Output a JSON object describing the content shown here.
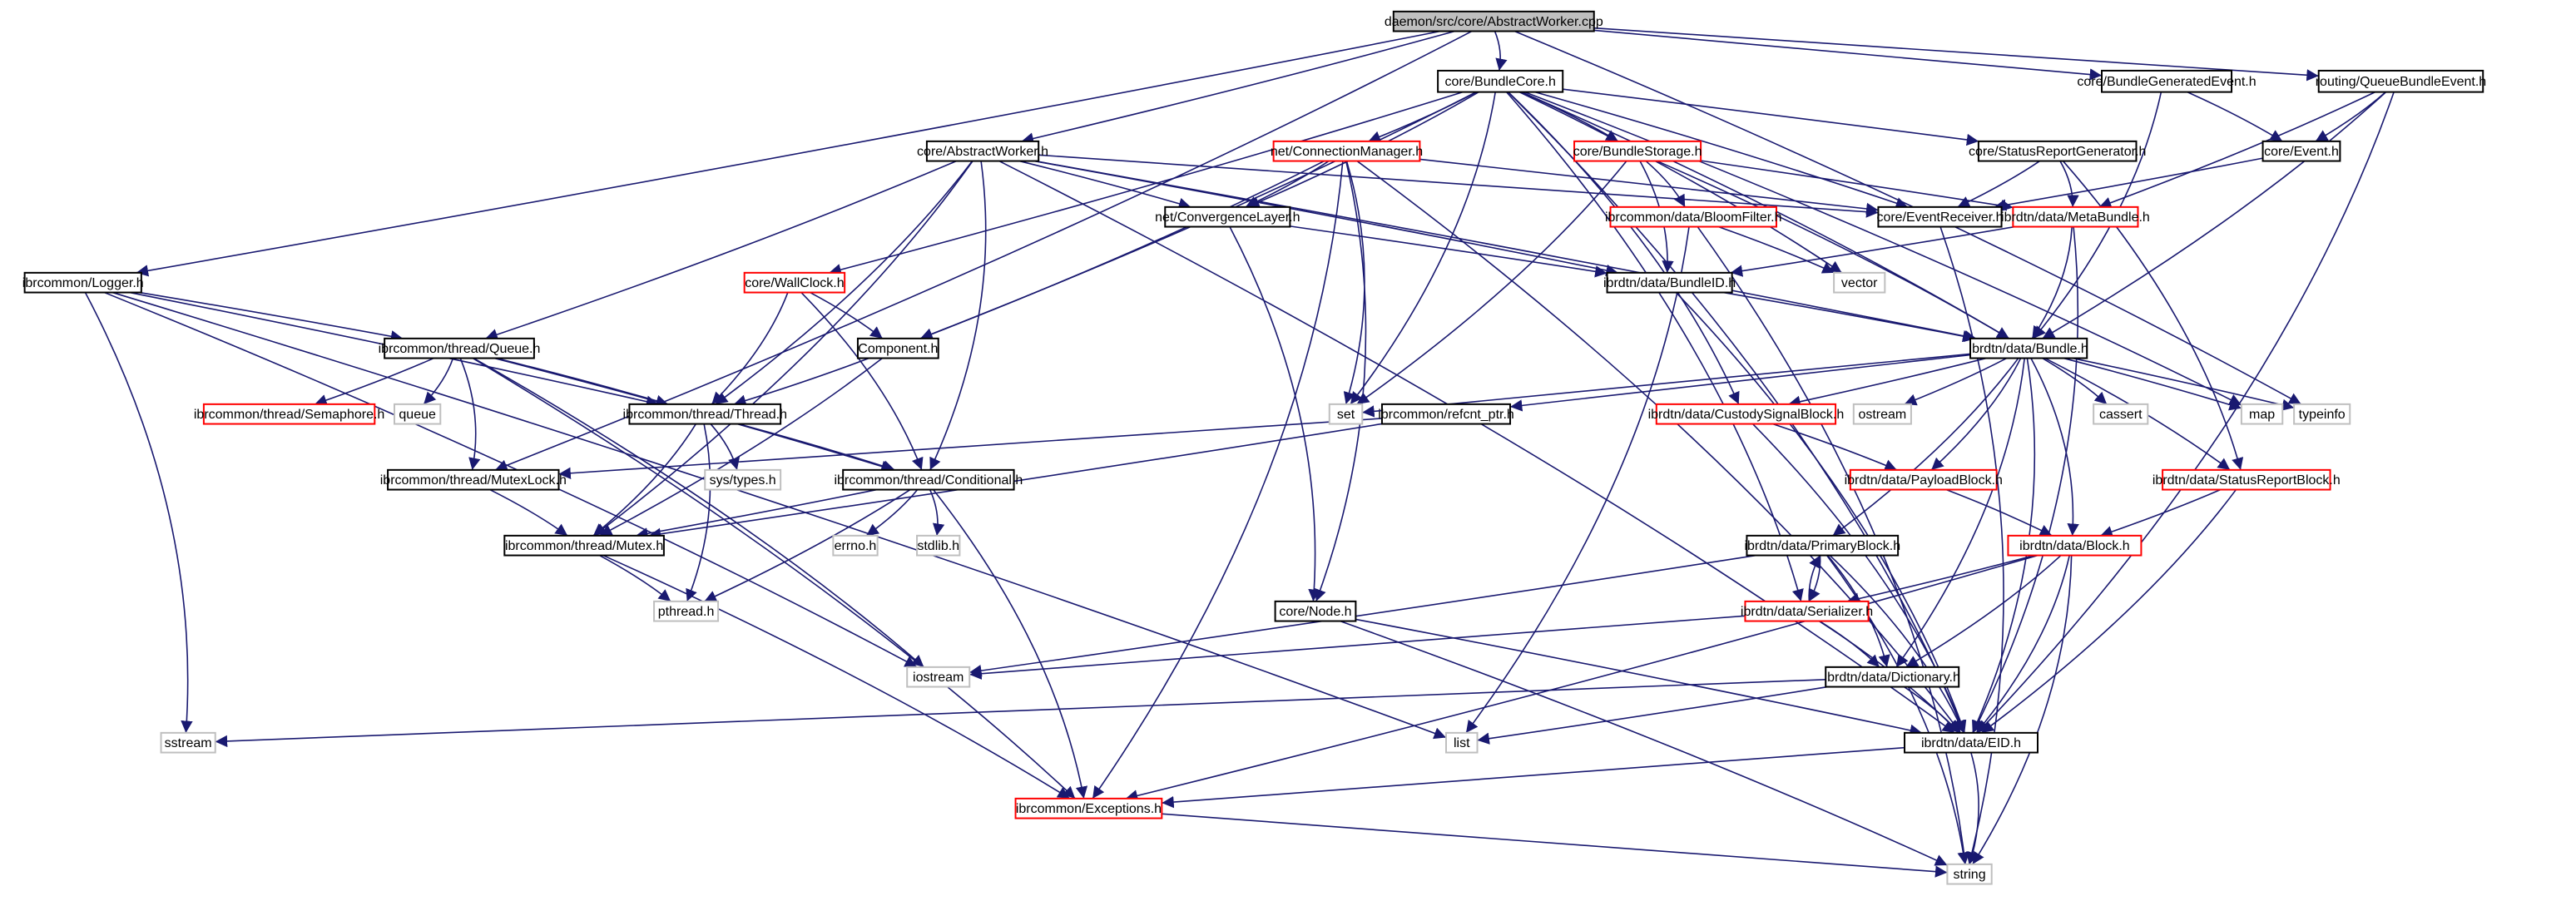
{
  "title": "daemon/src/core/AbstractWorker.cpp include dependency graph",
  "colors": {
    "edge": "#191970",
    "root_fill": "#bfbfbf",
    "normal_border": "#000000",
    "linked_red_border": "#ff0000",
    "system_border": "#bfbfbf"
  },
  "nodes": [
    {
      "id": "root",
      "label": "daemon/src/core/AbstractWorker.cpp",
      "kind": "root"
    },
    {
      "id": "bundlecore",
      "label": "core/BundleCore.h",
      "kind": "normal"
    },
    {
      "id": "bundlegenerated",
      "label": "core/BundleGeneratedEvent.h",
      "kind": "normal"
    },
    {
      "id": "queuebundle",
      "label": "routing/QueueBundleEvent.h",
      "kind": "normal"
    },
    {
      "id": "abstractworker",
      "label": "core/AbstractWorker.h",
      "kind": "normal"
    },
    {
      "id": "connmgr",
      "label": "net/ConnectionManager.h",
      "kind": "red"
    },
    {
      "id": "bundlestorage",
      "label": "core/BundleStorage.h",
      "kind": "red"
    },
    {
      "id": "statusreportgen",
      "label": "core/StatusReportGenerator.h",
      "kind": "normal"
    },
    {
      "id": "event",
      "label": "core/Event.h",
      "kind": "normal"
    },
    {
      "id": "logger",
      "label": "ibrcommon/Logger.h",
      "kind": "normal"
    },
    {
      "id": "wallclock",
      "label": "core/WallClock.h",
      "kind": "red"
    },
    {
      "id": "bloomfilter",
      "label": "ibrcommon/data/BloomFilter.h",
      "kind": "red"
    },
    {
      "id": "eventreceiver",
      "label": "core/EventReceiver.h",
      "kind": "normal"
    },
    {
      "id": "metabundle",
      "label": "ibrdtn/data/MetaBundle.h",
      "kind": "red"
    },
    {
      "id": "convergence",
      "label": "net/ConvergenceLayer.h",
      "kind": "normal"
    },
    {
      "id": "bundleid",
      "label": "ibrdtn/data/BundleID.h",
      "kind": "normal"
    },
    {
      "id": "vector",
      "label": "vector",
      "kind": "system"
    },
    {
      "id": "queueh",
      "label": "ibrcommon/thread/Queue.h",
      "kind": "normal"
    },
    {
      "id": "component",
      "label": "Component.h",
      "kind": "normal"
    },
    {
      "id": "bundle",
      "label": "ibrdtn/data/Bundle.h",
      "kind": "normal"
    },
    {
      "id": "semaphore",
      "label": "ibrcommon/thread/Semaphore.h",
      "kind": "red"
    },
    {
      "id": "queue",
      "label": "queue",
      "kind": "system"
    },
    {
      "id": "thread",
      "label": "ibrcommon/thread/Thread.h",
      "kind": "normal"
    },
    {
      "id": "set",
      "label": "set",
      "kind": "system"
    },
    {
      "id": "refcnt",
      "label": "ibrcommon/refcnt_ptr.h",
      "kind": "normal"
    },
    {
      "id": "custody",
      "label": "ibrdtn/data/CustodySignalBlock.h",
      "kind": "red"
    },
    {
      "id": "ostream",
      "label": "ostream",
      "kind": "system"
    },
    {
      "id": "cassert",
      "label": "cassert",
      "kind": "system"
    },
    {
      "id": "map",
      "label": "map",
      "kind": "system"
    },
    {
      "id": "typeinfo",
      "label": "typeinfo",
      "kind": "system"
    },
    {
      "id": "mutexlock",
      "label": "ibrcommon/thread/MutexLock.h",
      "kind": "normal"
    },
    {
      "id": "systypes",
      "label": "sys/types.h",
      "kind": "system"
    },
    {
      "id": "conditional",
      "label": "ibrcommon/thread/Conditional.h",
      "kind": "normal"
    },
    {
      "id": "payload",
      "label": "ibrdtn/data/PayloadBlock.h",
      "kind": "red"
    },
    {
      "id": "statusreportblock",
      "label": "ibrdtn/data/StatusReportBlock.h",
      "kind": "red"
    },
    {
      "id": "mutex",
      "label": "ibrcommon/thread/Mutex.h",
      "kind": "normal"
    },
    {
      "id": "errno",
      "label": "errno.h",
      "kind": "system"
    },
    {
      "id": "stdlib",
      "label": "stdlib.h",
      "kind": "system"
    },
    {
      "id": "primary",
      "label": "ibrdtn/data/PrimaryBlock.h",
      "kind": "normal"
    },
    {
      "id": "block",
      "label": "ibrdtn/data/Block.h",
      "kind": "red"
    },
    {
      "id": "pthread",
      "label": "pthread.h",
      "kind": "system"
    },
    {
      "id": "node",
      "label": "core/Node.h",
      "kind": "normal"
    },
    {
      "id": "serializer",
      "label": "ibrdtn/data/Serializer.h",
      "kind": "red"
    },
    {
      "id": "iostream",
      "label": "iostream",
      "kind": "system"
    },
    {
      "id": "dictionary",
      "label": "ibrdtn/data/Dictionary.h",
      "kind": "normal"
    },
    {
      "id": "sstream",
      "label": "sstream",
      "kind": "system"
    },
    {
      "id": "list",
      "label": "list",
      "kind": "system"
    },
    {
      "id": "eid",
      "label": "ibrdtn/data/EID.h",
      "kind": "normal"
    },
    {
      "id": "exceptions",
      "label": "ibrcommon/Exceptions.h",
      "kind": "red"
    },
    {
      "id": "string",
      "label": "string",
      "kind": "system"
    }
  ],
  "edges": [
    [
      "root",
      "bundlecore"
    ],
    [
      "root",
      "bundlegenerated"
    ],
    [
      "root",
      "queuebundle"
    ],
    [
      "root",
      "abstractworker"
    ],
    [
      "root",
      "logger"
    ],
    [
      "root",
      "mutexlock"
    ],
    [
      "root",
      "typeinfo"
    ],
    [
      "bundlecore",
      "connmgr"
    ],
    [
      "bundlecore",
      "bundlestorage"
    ],
    [
      "bundlecore",
      "statusreportgen"
    ],
    [
      "bundlecore",
      "eventreceiver"
    ],
    [
      "bundlecore",
      "wallclock"
    ],
    [
      "bundlecore",
      "component"
    ],
    [
      "bundlecore",
      "convergence"
    ],
    [
      "bundlecore",
      "set"
    ],
    [
      "bundlecore",
      "vector"
    ],
    [
      "bundlecore",
      "map"
    ],
    [
      "bundlecore",
      "custody"
    ],
    [
      "bundlecore",
      "serializer"
    ],
    [
      "bundlecore",
      "eid"
    ],
    [
      "bundlecore",
      "bundle"
    ],
    [
      "bundlegenerated",
      "event"
    ],
    [
      "bundlegenerated",
      "bundle"
    ],
    [
      "queuebundle",
      "event"
    ],
    [
      "queuebundle",
      "metabundle"
    ],
    [
      "queuebundle",
      "bundle"
    ],
    [
      "queuebundle",
      "eid"
    ],
    [
      "abstractworker",
      "convergence"
    ],
    [
      "abstractworker",
      "eventreceiver"
    ],
    [
      "abstractworker",
      "bundleid"
    ],
    [
      "abstractworker",
      "bundle"
    ],
    [
      "abstractworker",
      "queueh"
    ],
    [
      "abstractworker",
      "thread"
    ],
    [
      "abstractworker",
      "mutex"
    ],
    [
      "abstractworker",
      "conditional"
    ],
    [
      "abstractworker",
      "eid"
    ],
    [
      "connmgr",
      "convergence"
    ],
    [
      "connmgr",
      "eventreceiver"
    ],
    [
      "connmgr",
      "component"
    ],
    [
      "connmgr",
      "set"
    ],
    [
      "connmgr",
      "node"
    ],
    [
      "connmgr",
      "exceptions"
    ],
    [
      "connmgr",
      "eid"
    ],
    [
      "bundlestorage",
      "bloomfilter"
    ],
    [
      "bundlestorage",
      "bundleid"
    ],
    [
      "bundlestorage",
      "metabundle"
    ],
    [
      "bundlestorage",
      "set"
    ],
    [
      "bundlestorage",
      "bundle"
    ],
    [
      "statusreportgen",
      "eventreceiver"
    ],
    [
      "statusreportgen",
      "metabundle"
    ],
    [
      "statusreportgen",
      "statusreportblock"
    ],
    [
      "event",
      "eventreceiver"
    ],
    [
      "eventreceiver",
      "string"
    ],
    [
      "metabundle",
      "bundleid"
    ],
    [
      "metabundle",
      "bundle"
    ],
    [
      "metabundle",
      "eid"
    ],
    [
      "bloomfilter",
      "vector"
    ],
    [
      "bloomfilter",
      "list"
    ],
    [
      "bloomfilter",
      "string"
    ],
    [
      "convergence",
      "bundleid"
    ],
    [
      "convergence",
      "node"
    ],
    [
      "bundleid",
      "bundle"
    ],
    [
      "bundleid",
      "eid"
    ],
    [
      "logger",
      "queueh"
    ],
    [
      "logger",
      "thread"
    ],
    [
      "logger",
      "sstream"
    ],
    [
      "logger",
      "iostream"
    ],
    [
      "logger",
      "list"
    ],
    [
      "wallclock",
      "component"
    ],
    [
      "wallclock",
      "thread"
    ],
    [
      "wallclock",
      "conditional"
    ],
    [
      "queueh",
      "semaphore"
    ],
    [
      "queueh",
      "queue"
    ],
    [
      "queueh",
      "thread"
    ],
    [
      "queueh",
      "mutexlock"
    ],
    [
      "queueh",
      "conditional"
    ],
    [
      "queueh",
      "iostream"
    ],
    [
      "queueh",
      "exceptions"
    ],
    [
      "component",
      "thread"
    ],
    [
      "component",
      "mutex"
    ],
    [
      "bundle",
      "set"
    ],
    [
      "bundle",
      "refcnt"
    ],
    [
      "bundle",
      "custody"
    ],
    [
      "bundle",
      "ostream"
    ],
    [
      "bundle",
      "cassert"
    ],
    [
      "bundle",
      "map"
    ],
    [
      "bundle",
      "typeinfo"
    ],
    [
      "bundle",
      "payload"
    ],
    [
      "bundle",
      "statusreportblock"
    ],
    [
      "bundle",
      "primary"
    ],
    [
      "bundle",
      "block"
    ],
    [
      "bundle",
      "dictionary"
    ],
    [
      "bundle",
      "eid"
    ],
    [
      "thread",
      "systypes"
    ],
    [
      "thread",
      "conditional"
    ],
    [
      "thread",
      "mutex"
    ],
    [
      "thread",
      "pthread"
    ],
    [
      "refcnt",
      "mutexlock"
    ],
    [
      "refcnt",
      "mutex"
    ],
    [
      "custody",
      "payload"
    ],
    [
      "custody",
      "eid"
    ],
    [
      "mutexlock",
      "mutex"
    ],
    [
      "conditional",
      "mutex"
    ],
    [
      "conditional",
      "errno"
    ],
    [
      "conditional",
      "stdlib"
    ],
    [
      "conditional",
      "pthread"
    ],
    [
      "conditional",
      "exceptions"
    ],
    [
      "payload",
      "block"
    ],
    [
      "statusreportblock",
      "block"
    ],
    [
      "statusreportblock",
      "eid"
    ],
    [
      "mutex",
      "pthread"
    ],
    [
      "mutex",
      "exceptions"
    ],
    [
      "primary",
      "serializer"
    ],
    [
      "primary",
      "dictionary"
    ],
    [
      "primary",
      "eid"
    ],
    [
      "primary",
      "string"
    ],
    [
      "primary",
      "iostream"
    ],
    [
      "block",
      "serializer"
    ],
    [
      "block",
      "dictionary"
    ],
    [
      "block",
      "eid"
    ],
    [
      "block",
      "exceptions"
    ],
    [
      "block",
      "string"
    ],
    [
      "serializer",
      "primary"
    ],
    [
      "serializer",
      "dictionary"
    ],
    [
      "serializer",
      "iostream"
    ],
    [
      "serializer",
      "eid"
    ],
    [
      "node",
      "eid"
    ],
    [
      "node",
      "string"
    ],
    [
      "dictionary",
      "eid"
    ],
    [
      "dictionary",
      "list"
    ],
    [
      "dictionary",
      "sstream"
    ],
    [
      "eid",
      "exceptions"
    ],
    [
      "eid",
      "string"
    ],
    [
      "exceptions",
      "string"
    ]
  ]
}
